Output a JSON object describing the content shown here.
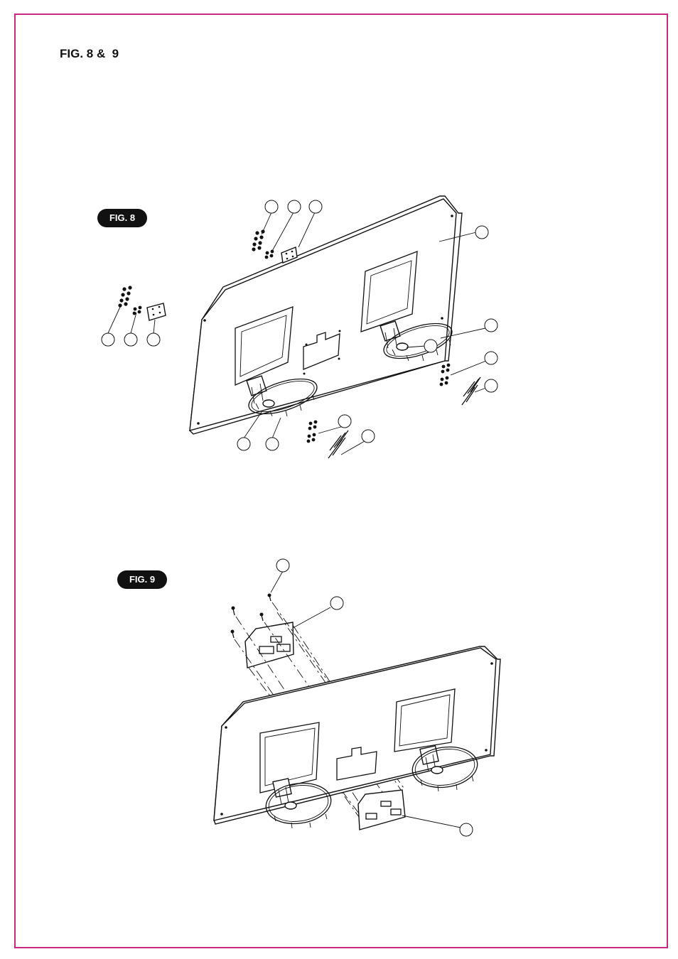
{
  "page": {
    "title": "FIG. 8 &  9",
    "border_color": "#c8287f"
  },
  "fig8": {
    "label": "FIG. 8"
  },
  "fig9": {
    "label": "FIG. 9"
  }
}
